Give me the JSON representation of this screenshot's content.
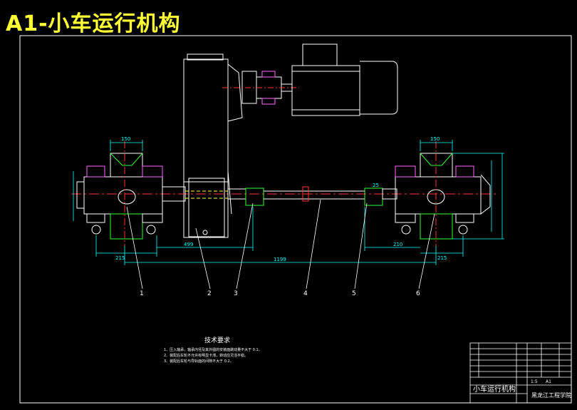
{
  "title": "A1-小车运行机构",
  "dimensions": {
    "d150_left": "150",
    "d150_right": "150",
    "d215_left": "215",
    "d215_right": "215",
    "d499": "499",
    "d1199": "1199",
    "d210": "210",
    "d25": "25"
  },
  "part_numbers": [
    "1",
    "2",
    "3",
    "4",
    "5",
    "6"
  ],
  "tech_requirements": {
    "heading": "技术要求",
    "items": [
      "1、压入轴承，轴承内径及其外圆的安装面跳动量不大于 0.1。",
      "2、装配后车轮不允许有明显卡滞，转动应灵活平稳。",
      "3、装配后车轮与导轨面的间隙不大于 0.2。"
    ]
  },
  "title_block": {
    "drawing_name": "小车运行机构",
    "school": "黑龙江工程学院",
    "scale": "1:5",
    "sheet": "A1"
  },
  "colors": {
    "background": "#000000",
    "outline": "#ffffff",
    "title": "#ffff33",
    "centerline": "#ff3333",
    "dimension": "#00ffff",
    "section": "#33ff33",
    "hidden": "#ffff33",
    "bearing": "#ff66ff"
  }
}
